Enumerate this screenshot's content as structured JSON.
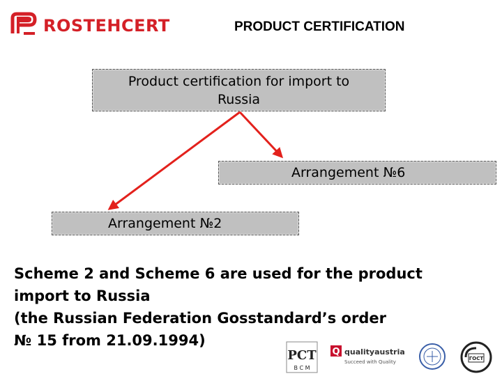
{
  "header": {
    "brand": "ROSTEHCERT",
    "title": "PRODUCT CERTIFICATION"
  },
  "diagram": {
    "root": {
      "line1": "Product certification for import to",
      "line2": "Russia"
    },
    "arrangement6": "Arrangement №6",
    "arrangement2": "Arrangement №2"
  },
  "body": {
    "line1": "Scheme 2 and Scheme 6 are used for the product",
    "line2": "import to Russia",
    "line3": "(the Russian Federation Gosstandard’s order",
    "line4": "№ 15 from 21.09.1994)"
  },
  "cert_logos": {
    "quality_austria": "qualityaustria",
    "quality_austria_tagline": "Succeed with Quality",
    "pct_bottom": "В С М",
    "gost_text": "ГОСТ"
  },
  "colors": {
    "brand_red": "#d42027",
    "arrow_red": "#e3211c",
    "box_fill": "#c0c0c0"
  }
}
